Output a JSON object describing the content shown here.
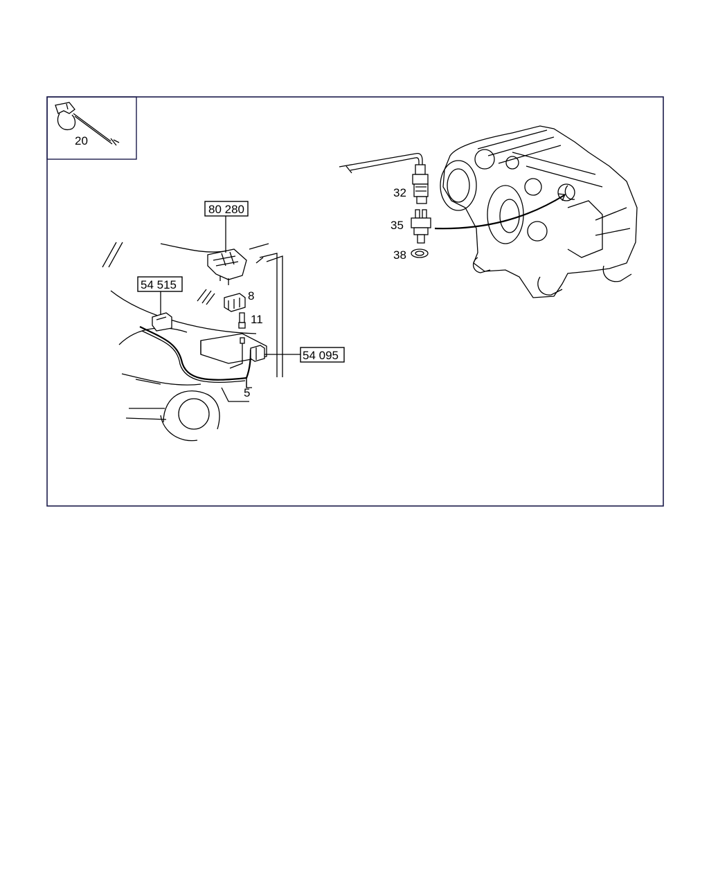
{
  "frame_color": "#1a1a4a",
  "inset": {
    "part_label": "20"
  },
  "callouts": {
    "c80280": "80 280",
    "c54515": "54 515",
    "c54095": "54 095"
  },
  "part_numbers": {
    "p8": "8",
    "p11": "11",
    "p5": "5",
    "p32": "32",
    "p35": "35",
    "p38": "38"
  }
}
